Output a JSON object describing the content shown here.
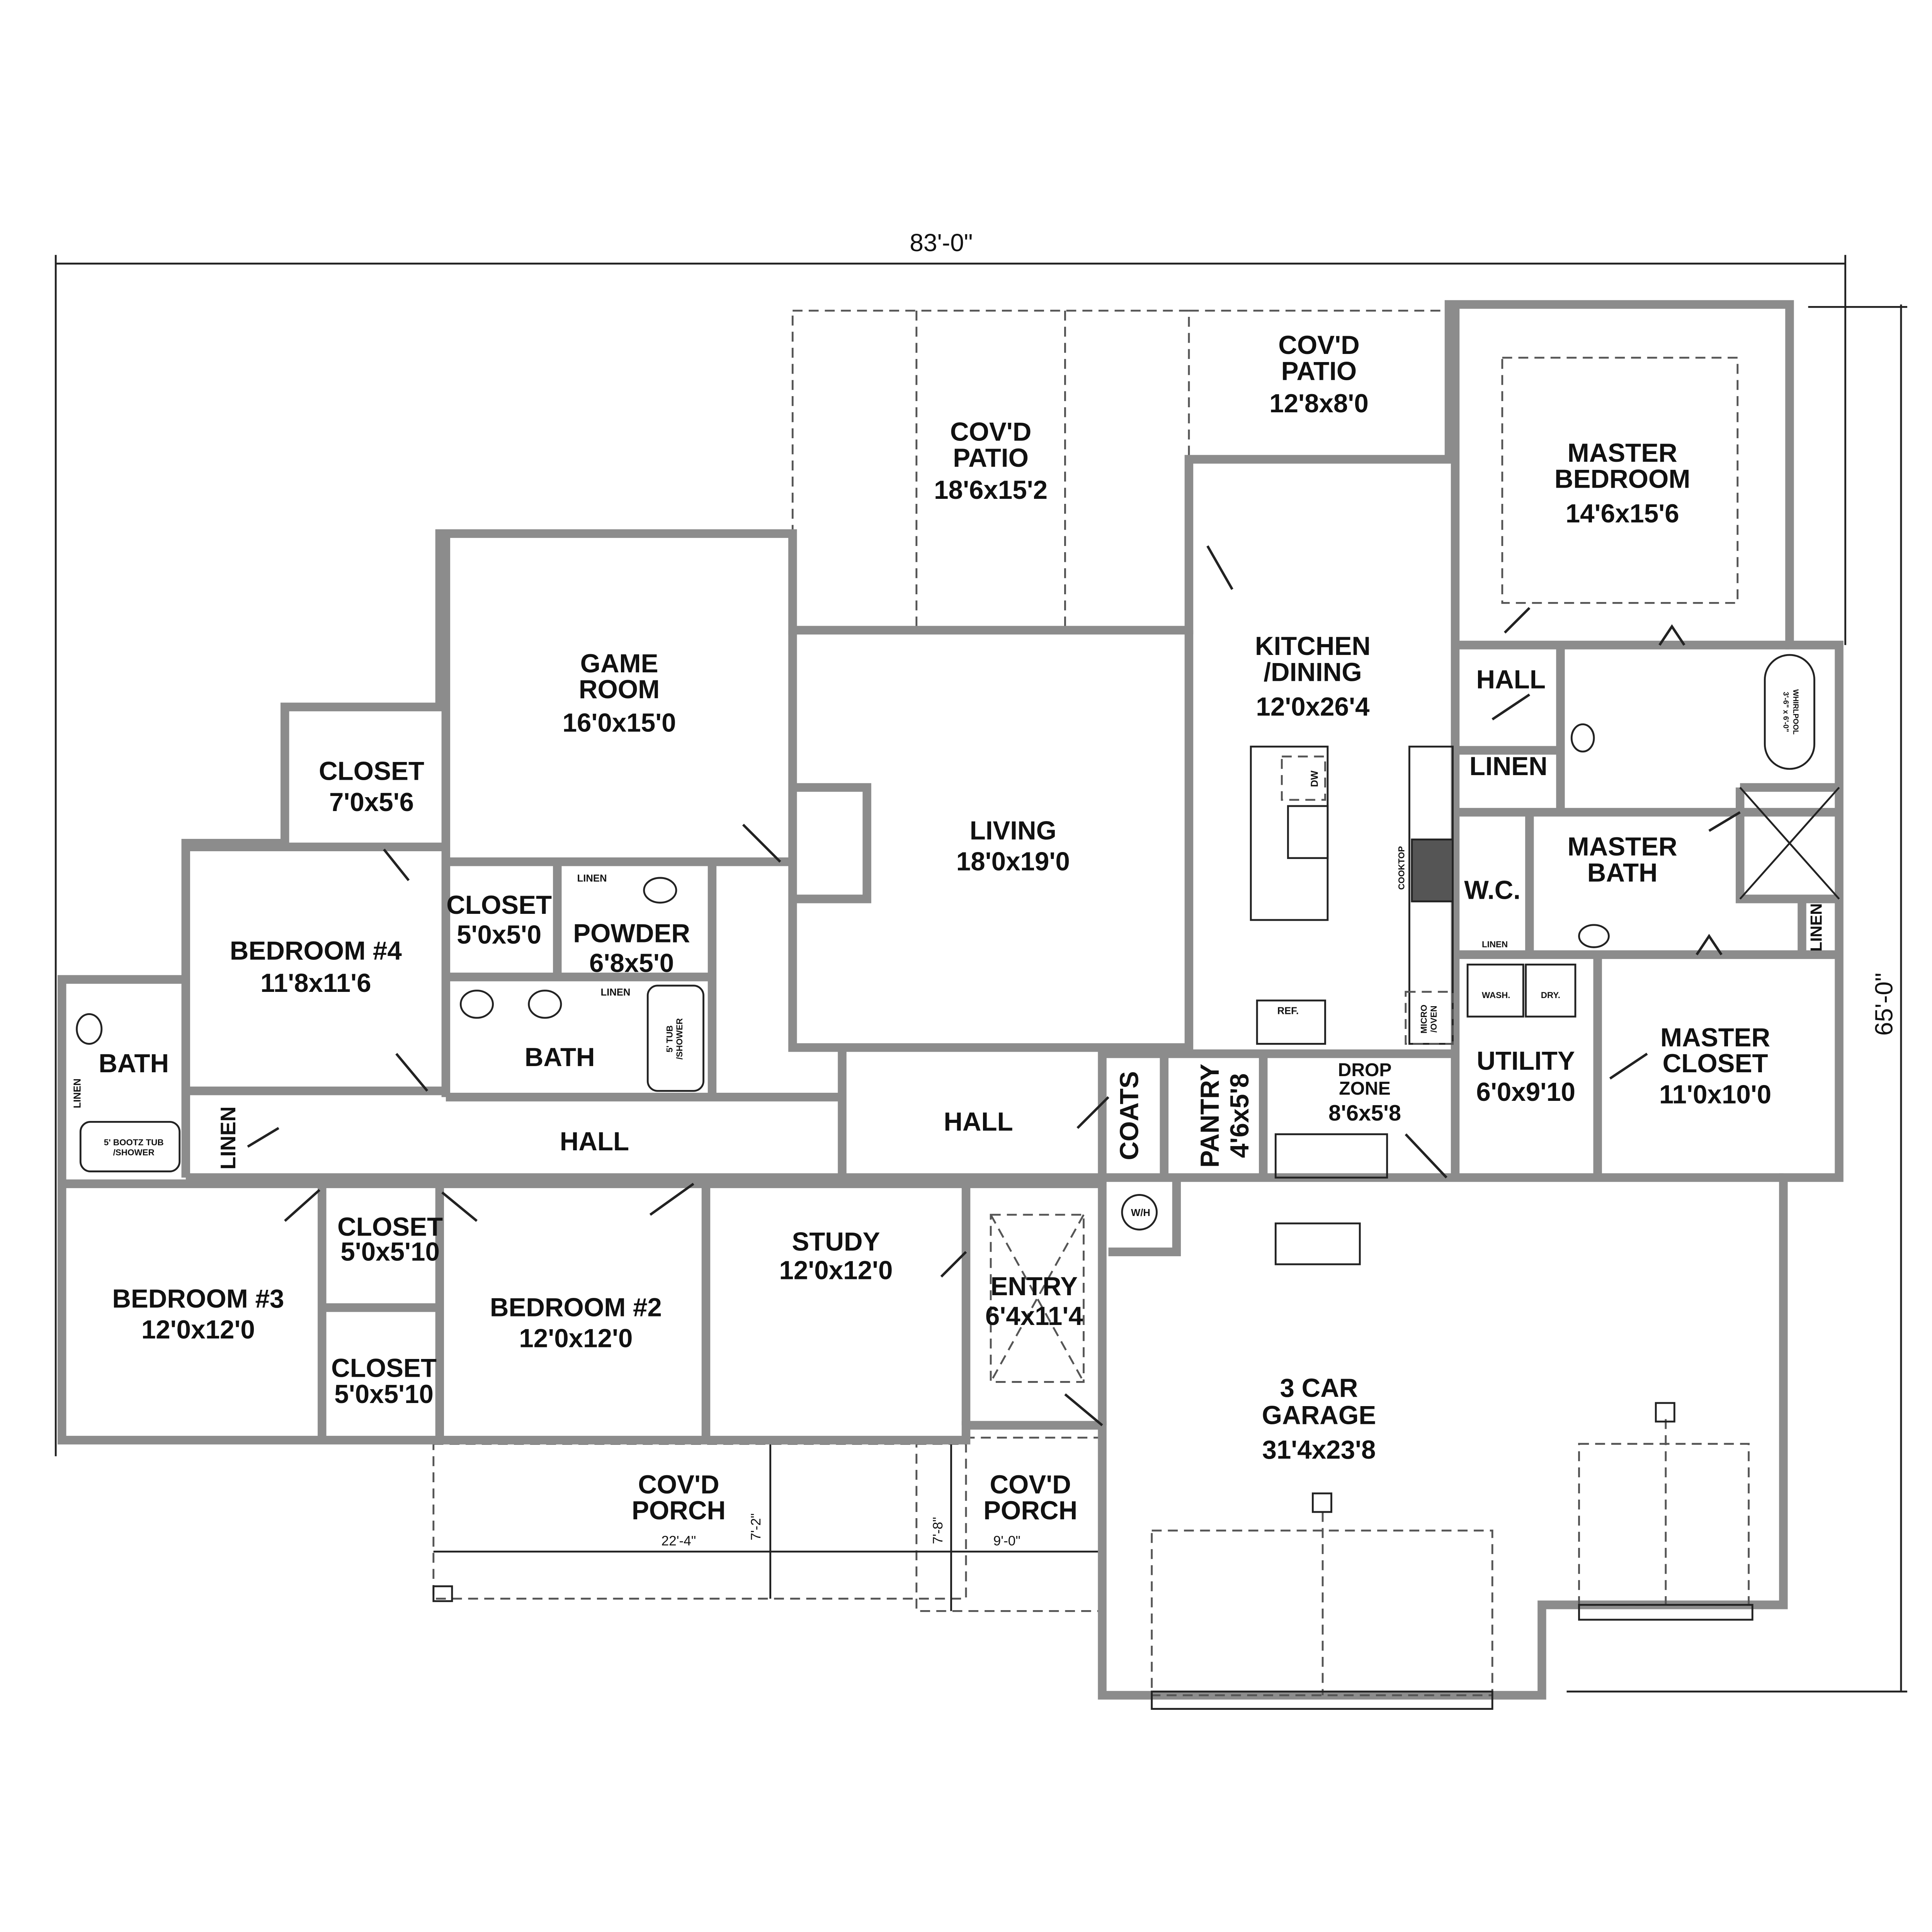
{
  "overall_dimensions": {
    "width": "83'-0\"",
    "depth": "65'-0\""
  },
  "rooms": {
    "patio_main": {
      "name1": "COV'D",
      "name2": "PATIO",
      "size": "18'6x15'2"
    },
    "patio_small": {
      "name1": "COV'D",
      "name2": "PATIO",
      "size": "12'8x8'0"
    },
    "master_bedroom": {
      "name1": "MASTER",
      "name2": "BEDROOM",
      "size": "14'6x15'6"
    },
    "kitchen": {
      "name1": "KITCHEN",
      "name2": "/DINING",
      "size": "12'0x26'4"
    },
    "game_room": {
      "name1": "GAME",
      "name2": "ROOM",
      "size": "16'0x15'0"
    },
    "living": {
      "name": "LIVING",
      "size": "18'0x19'0"
    },
    "closet_game": {
      "name": "CLOSET",
      "size": "7'0x5'6"
    },
    "bedroom4": {
      "name": "BEDROOM #4",
      "size": "11'8x11'6"
    },
    "closet_hall": {
      "name": "CLOSET",
      "size": "5'0x5'0"
    },
    "powder": {
      "name": "POWDER",
      "size": "6'8x5'0"
    },
    "bath_hall": {
      "name": "BATH"
    },
    "bath_left": {
      "name": "BATH"
    },
    "hall_main": {
      "name": "HALL"
    },
    "hall_center": {
      "name": "HALL"
    },
    "hall_master": {
      "name": "HALL"
    },
    "linen_master": {
      "name": "LINEN"
    },
    "master_bath": {
      "name1": "MASTER",
      "name2": "BATH"
    },
    "wc": {
      "name": "W.C."
    },
    "utility": {
      "name": "UTILITY",
      "size": "6'0x9'10"
    },
    "master_closet": {
      "name1": "MASTER",
      "name2": "CLOSET",
      "size": "11'0x10'0"
    },
    "coats": {
      "name": "COATS"
    },
    "pantry": {
      "name": "PANTRY",
      "size": "4'6x5'8"
    },
    "drop_zone": {
      "name1": "DROP",
      "name2": "ZONE",
      "size": "8'6x5'8"
    },
    "linen_hall": {
      "name": "LINEN"
    },
    "linen_mbath": {
      "name": "LINEN"
    },
    "closet_bed3": {
      "name": "CLOSET",
      "size": "5'0x5'10"
    },
    "closet_bed2": {
      "name": "CLOSET",
      "size": "5'0x5'10"
    },
    "bedroom3": {
      "name": "BEDROOM #3",
      "size": "12'0x12'0"
    },
    "bedroom2": {
      "name": "BEDROOM #2",
      "size": "12'0x12'0"
    },
    "study": {
      "name": "STUDY",
      "size": "12'0x12'0"
    },
    "entry": {
      "name": "ENTRY",
      "size": "6'4x11'4"
    },
    "garage": {
      "name1": "3 CAR",
      "name2": "GARAGE",
      "size": "31'4x23'8"
    },
    "porch_main": {
      "name1": "COV'D",
      "name2": "PORCH"
    },
    "porch_entry": {
      "name1": "COV'D",
      "name2": "PORCH"
    }
  },
  "porch_dimensions": {
    "main_width": "22'-4\"",
    "main_depth": "7'-2\"",
    "entry_depth": "7'-8\"",
    "entry_width": "9'-0\""
  },
  "fixtures": {
    "powder_linen": "LINEN",
    "bath_linen": "LINEN",
    "bath_tub": "5' TUB",
    "bath_tub2": "/SHOWER",
    "left_linen": "LINEN",
    "left_tub": "5' BOOTZ TUB",
    "left_tub2": "/SHOWER",
    "dishwasher": "DW",
    "cooktop": "COOKTOP",
    "micro1": "MICRO",
    "micro2": "/OVEN",
    "fridge": "REF.",
    "washer": "WASH.",
    "dryer": "DRY.",
    "wc_linen": "LINEN",
    "water_heater": "W/H",
    "whirlpool1": "3'-6\" x 6'-0\"",
    "whirlpool2": "WHIRLPOOL"
  },
  "colors": {
    "wall": "#8c8c8c",
    "line": "#222222",
    "background": "#ffffff"
  }
}
